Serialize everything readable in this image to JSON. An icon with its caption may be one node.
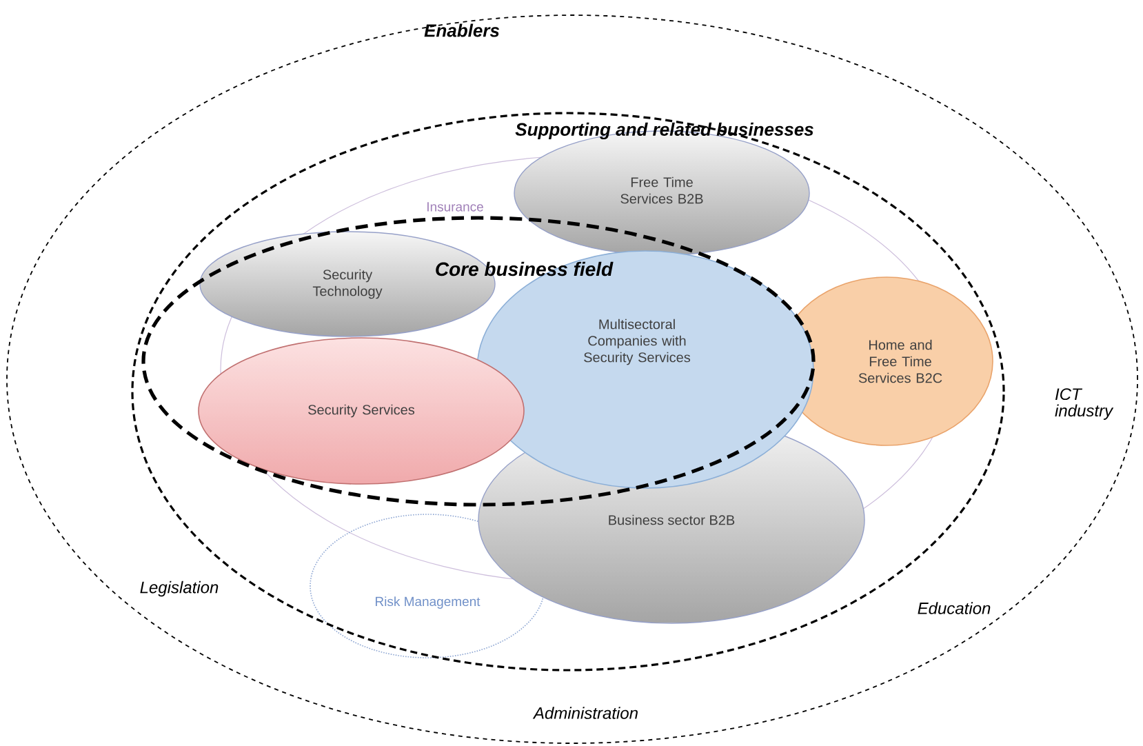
{
  "diagram": {
    "nodes": [
      {
        "text": [
          "Enablers"
        ]
      },
      {
        "text": [
          "Supporting and related businesses"
        ],
        "in": 0
      },
      {
        "text": [
          "Insurance"
        ],
        "in": 1
      },
      {
        "text": [
          "Free Time Services B2B"
        ],
        "in": 1
      },
      {
        "text": [
          "Core business field"
        ],
        "in": 1
      },
      {
        "text": [
          "Security Technology"
        ],
        "in": 4
      },
      {
        "text": [
          "Multisectoral Companies with Security Services"
        ],
        "in": 4
      },
      {
        "text": [
          "Home and Free Time Services B2C"
        ],
        "in": 1
      },
      {
        "text": [
          "Security Services"
        ],
        "in": 4
      },
      {
        "text": [
          "Business sector B2B"
        ],
        "in": 1
      },
      {
        "text": [
          "Risk Management"
        ],
        "in": 1
      }
    ],
    "labels": [
      "ICT industry",
      "Legislation",
      "Education",
      "Administration"
    ]
  }
}
